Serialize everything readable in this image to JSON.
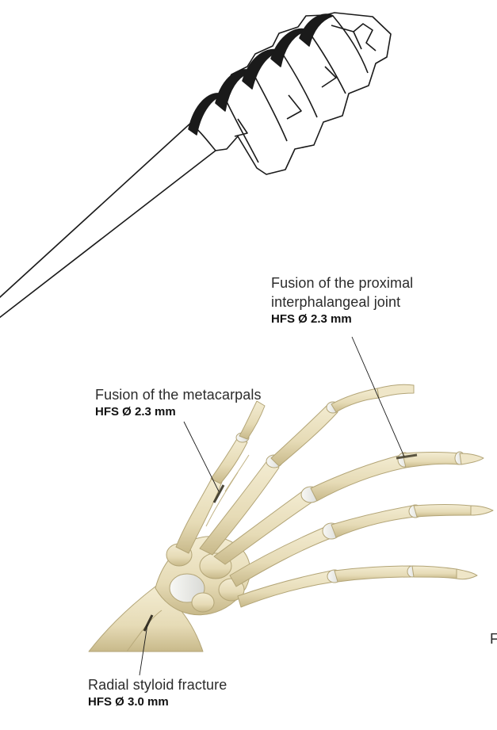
{
  "labels": {
    "pip": {
      "line1": "Fusion of the proximal",
      "line2": "interphalangeal joint",
      "spec": "HFS  Ø 2.3 mm"
    },
    "metacarpal": {
      "title": "Fusion of the metacarpals",
      "spec": "HFS  Ø 2.3 mm"
    },
    "radial": {
      "title": "Radial styloid fracture",
      "spec": "HFS  Ø 3.0 mm"
    },
    "edge_fragment": "F"
  },
  "colors": {
    "line": "#1a1a1a",
    "bone": "#ece3c4",
    "bone_shade": "#c9bb8e",
    "cartilage": "#f4f4f1",
    "text": "#2b2b2b"
  },
  "icons": {
    "screw": "headless-compression-screw-illustration",
    "hand": "hand-skeleton-illustration"
  }
}
